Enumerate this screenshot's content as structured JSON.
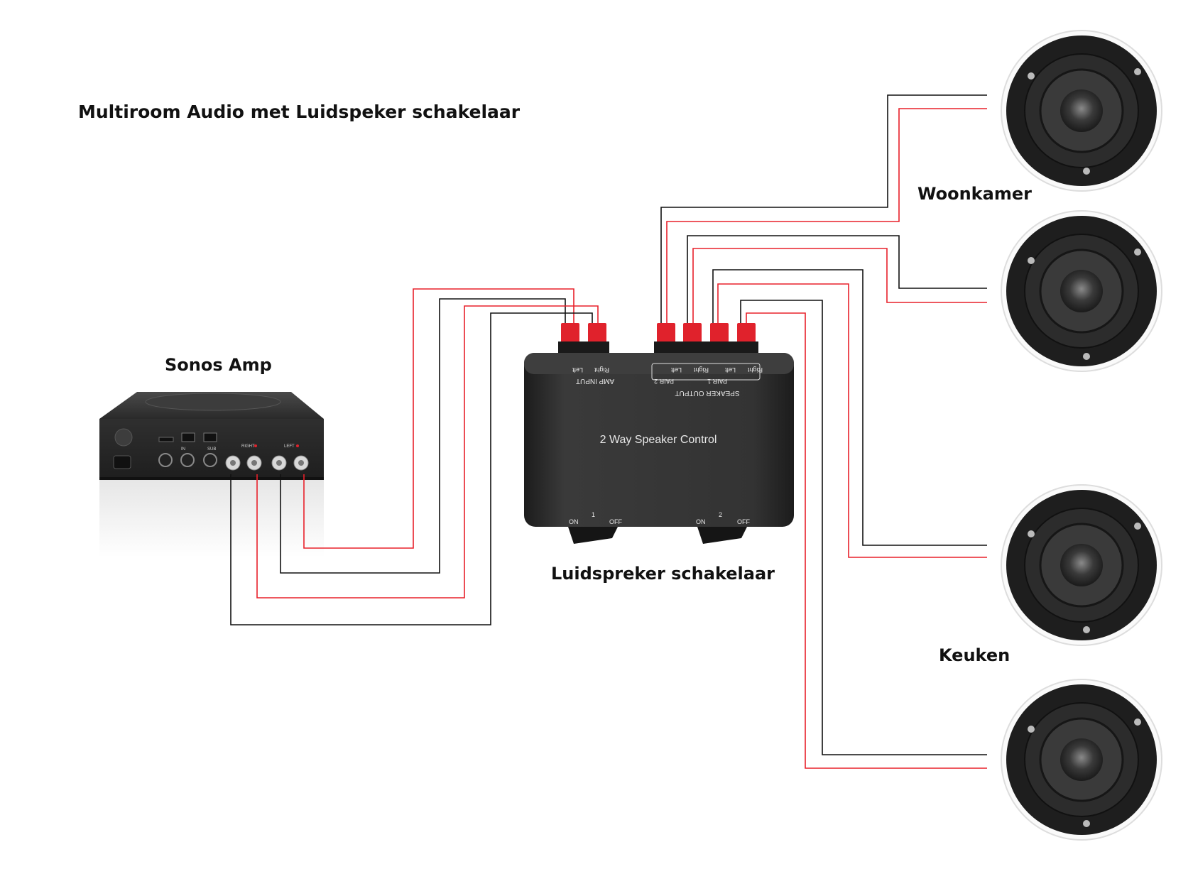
{
  "title": "Multiroom Audio met Luidspeker schakelaar",
  "labels": {
    "amp": "Sonos Amp",
    "switch": "Luidspreker schakelaar",
    "room1": "Woonkamer",
    "room2": "Keuken"
  },
  "switch_box": {
    "name": "2 Way Speaker Control",
    "amp_input": "AMP INPUT",
    "speaker_output": "SPEAKER OUTPUT",
    "pair1": "PAIR 1",
    "pair2": "PAIR 2",
    "left": "Left",
    "right": "Right",
    "on": "ON",
    "off": "OFF",
    "num1": "1",
    "num2": "2"
  },
  "amp_device": {
    "right": "RIGHT",
    "left": "LEFT",
    "in": "IN",
    "sub": "SUB"
  },
  "colors": {
    "positive_wire": "#e8202a",
    "negative_wire": "#111111",
    "device_body": "#2a2a2a",
    "terminal_red": "#e0222c"
  }
}
